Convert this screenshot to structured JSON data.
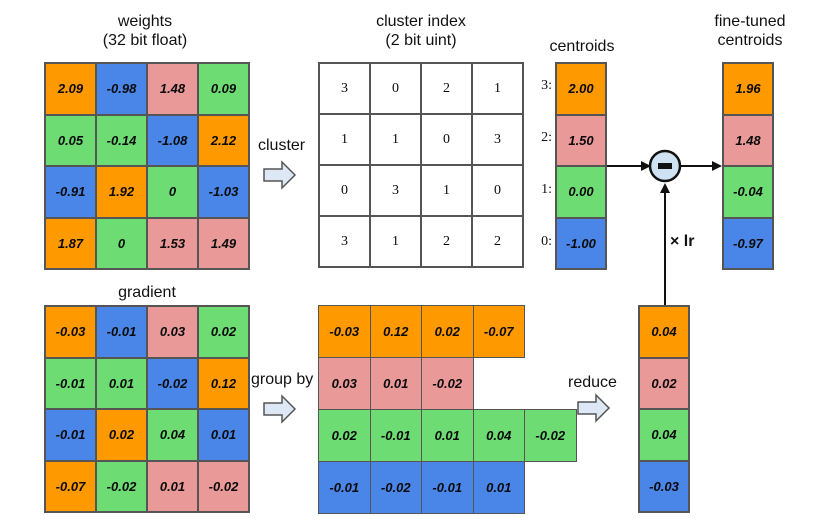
{
  "weights": {
    "title_line1": "weights",
    "title_line2": "(32 bit float)",
    "cells": [
      [
        "2.09",
        "-0.98",
        "1.48",
        "0.09"
      ],
      [
        "0.05",
        "-0.14",
        "-1.08",
        "2.12"
      ],
      [
        "-0.91",
        "1.92",
        "0",
        "-1.03"
      ],
      [
        "1.87",
        "0",
        "1.53",
        "1.49"
      ]
    ],
    "cluster_ids": [
      [
        3,
        0,
        2,
        1
      ],
      [
        1,
        1,
        0,
        3
      ],
      [
        0,
        3,
        1,
        0
      ],
      [
        3,
        1,
        2,
        2
      ]
    ]
  },
  "cluster_label": "cluster",
  "cluster_index": {
    "title_line1": "cluster index",
    "title_line2": "(2 bit uint)",
    "cells": [
      [
        "3",
        "0",
        "2",
        "1"
      ],
      [
        "1",
        "1",
        "0",
        "3"
      ],
      [
        "0",
        "3",
        "1",
        "0"
      ],
      [
        "3",
        "1",
        "2",
        "2"
      ]
    ]
  },
  "centroids": {
    "title": "centroids",
    "row_labels": [
      "3:",
      "2:",
      "1:",
      "0:"
    ],
    "values": [
      "2.00",
      "1.50",
      "0.00",
      "-1.00"
    ]
  },
  "fine_tuned": {
    "title_line1": "fine-tuned",
    "title_line2": "centroids",
    "values": [
      "1.96",
      "1.48",
      "-0.04",
      "-0.97"
    ]
  },
  "lr_label": "× lr",
  "gradient": {
    "title": "gradient",
    "cells": [
      [
        "-0.03",
        "-0.01",
        "0.03",
        "0.02"
      ],
      [
        "-0.01",
        "0.01",
        "-0.02",
        "0.12"
      ],
      [
        "-0.01",
        "0.02",
        "0.04",
        "0.01"
      ],
      [
        "-0.07",
        "-0.02",
        "0.01",
        "-0.02"
      ]
    ]
  },
  "group_by_label": "group by",
  "grouped": {
    "rows": [
      [
        "-0.03",
        "0.12",
        "0.02",
        "-0.07"
      ],
      [
        "0.03",
        "0.01",
        "-0.02"
      ],
      [
        "0.02",
        "-0.01",
        "0.01",
        "0.04",
        "-0.02"
      ],
      [
        "-0.01",
        "-0.02",
        "-0.01",
        "0.01"
      ]
    ],
    "row_clusters": [
      3,
      2,
      1,
      0
    ]
  },
  "reduce_label": "reduce",
  "reduced": {
    "values": [
      "0.04",
      "0.02",
      "0.04",
      "-0.03"
    ]
  },
  "colors": {
    "cluster_0": "#6ddc72",
    "cluster_1": "#ff9900",
    "cluster_2": "#ea9999",
    "cluster_3": "#4a86e8",
    "line": "#111111",
    "minus_circle": "#cfe2f3"
  }
}
